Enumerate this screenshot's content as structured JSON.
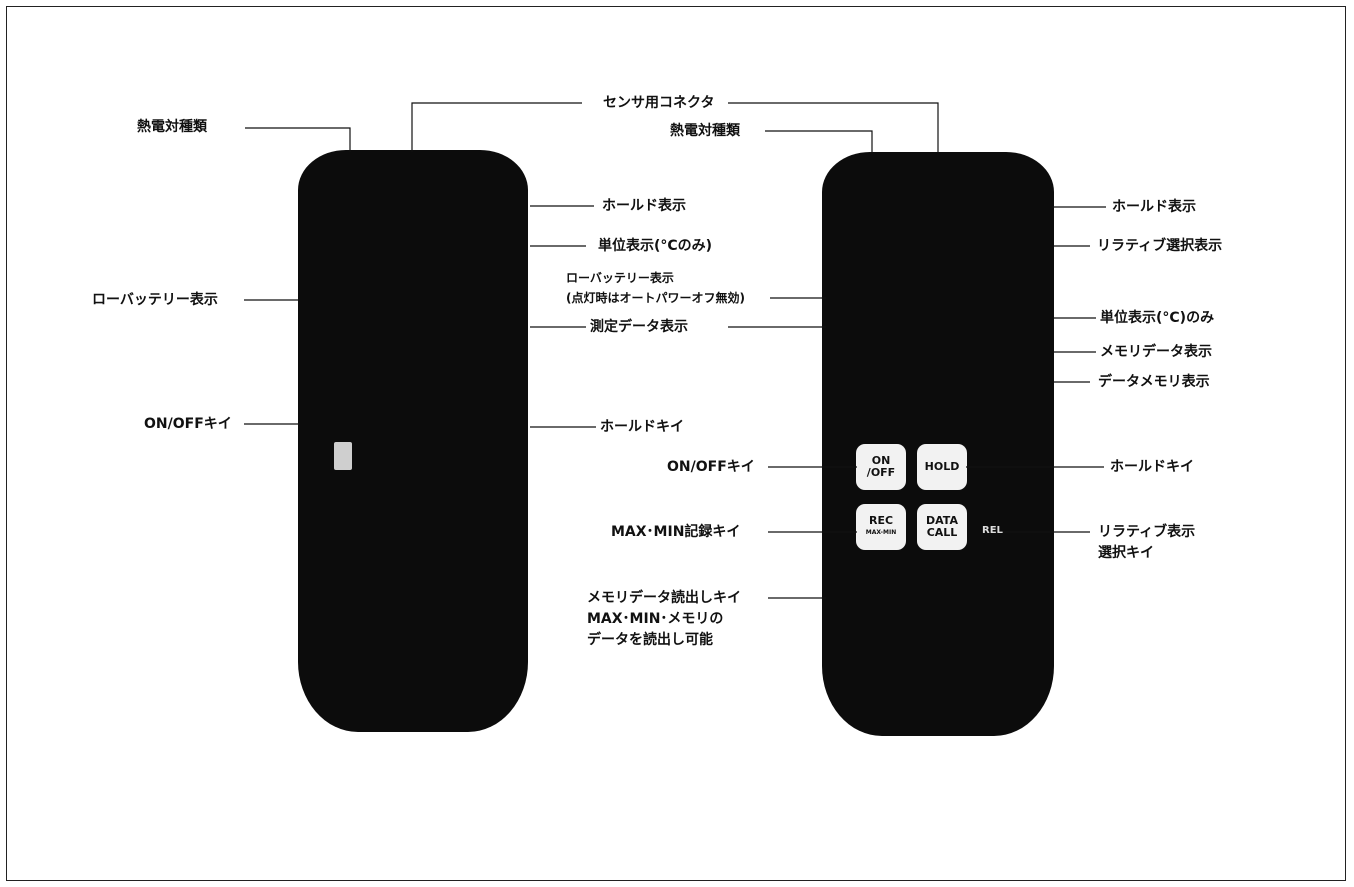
{
  "labels": {
    "thermocouple_type_left": "熱電対種類",
    "sensor_connector": "センサ用コネクタ",
    "thermocouple_type_right": "熱電対種類",
    "hold_display_left": "ホールド表示",
    "unit_display_left": "単位表示(°Cのみ)",
    "low_battery_left": "ローバッテリー表示",
    "low_battery_center_1": "ローバッテリー表示",
    "low_battery_center_2": "(点灯時はオートパワーオフ無効)",
    "measurement_display": "測定データ表示",
    "on_off_key_left": "ON/OFFキイ",
    "hold_key_center": "ホールドキイ",
    "hold_display_right": "ホールド表示",
    "relative_select_display": "リラティブ選択表示",
    "unit_display_right": "単位表示(°C)のみ",
    "memory_data_display": "メモリデータ表示",
    "data_memory_display": "データメモリ表示",
    "on_off_key_right": "ON/OFFキイ",
    "hold_key_right": "ホールドキイ",
    "max_min_record_key": "MAX･MIN記録キイ",
    "relative_select_key_1": "リラティブ表示",
    "relative_select_key_2": "選択キイ",
    "memory_read_key_1": "メモリデータ読出しキイ",
    "memory_read_key_2": "MAX･MIN･メモリの",
    "memory_read_key_3": "データを読出し可能"
  },
  "keys": {
    "on_off_top": "ON",
    "on_off_bottom": "/OFF",
    "hold": "HOLD",
    "rec": "REC",
    "rec_sub": "MAX-MIN",
    "data": "DATA",
    "call": "CALL",
    "rel": "REL"
  }
}
